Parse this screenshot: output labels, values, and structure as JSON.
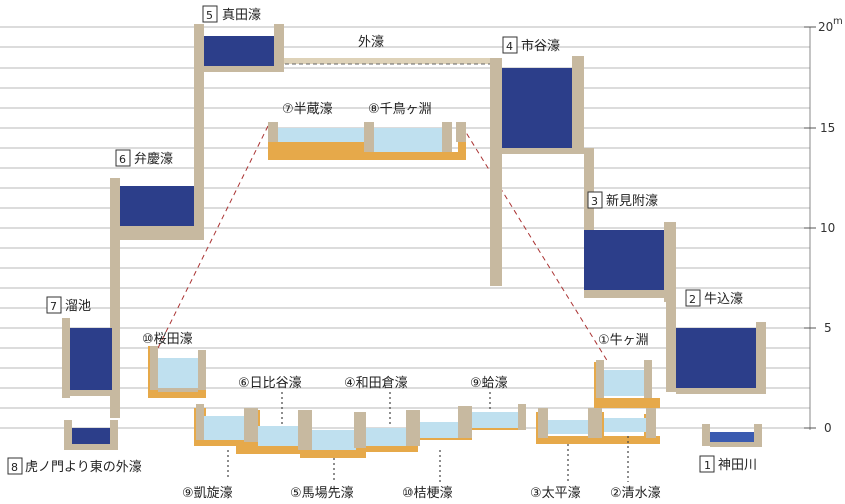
{
  "scale": {
    "unit": "m",
    "top_label": "20",
    "ticks": [
      "20",
      "15",
      "10",
      "5",
      "0"
    ]
  },
  "labels": {
    "outer_moat": "外濠",
    "n5": "5",
    "mada": "真田濠",
    "n4": "4",
    "ichigaya": "市谷濠",
    "n6": "6",
    "benkei": "弁慶濠",
    "n3": "3",
    "shinmitsuke": "新見附濠",
    "n7": "7",
    "tameike": "溜池",
    "n2": "2",
    "ushigome": "牛込濠",
    "n8": "8",
    "toranomon": "虎ノ門より東の外濠",
    "n1": "1",
    "kanda": "神田川",
    "hanzo": "⑦半蔵濠",
    "chidori": "⑧千鳥ヶ淵",
    "sakurada": "⑩桜田濠",
    "ushigafuchi": "①牛ヶ淵",
    "hibiya": "⑥日比谷濠",
    "wadakura": "④和田倉濠",
    "hamaguri": "⑨蛤濠",
    "gaisen": "⑨凱旋濠",
    "babasaki": "⑤馬場先濠",
    "kikyo": "⑩桔梗濠",
    "taihei": "③太平濠",
    "shimizu": "②清水濠"
  },
  "colors": {
    "deep_water": "#2c3e8a",
    "light_water": "#bfe0ef",
    "wall": "#c7b9a0",
    "earth": "#e6a94a",
    "line": "#b8b8b8"
  }
}
